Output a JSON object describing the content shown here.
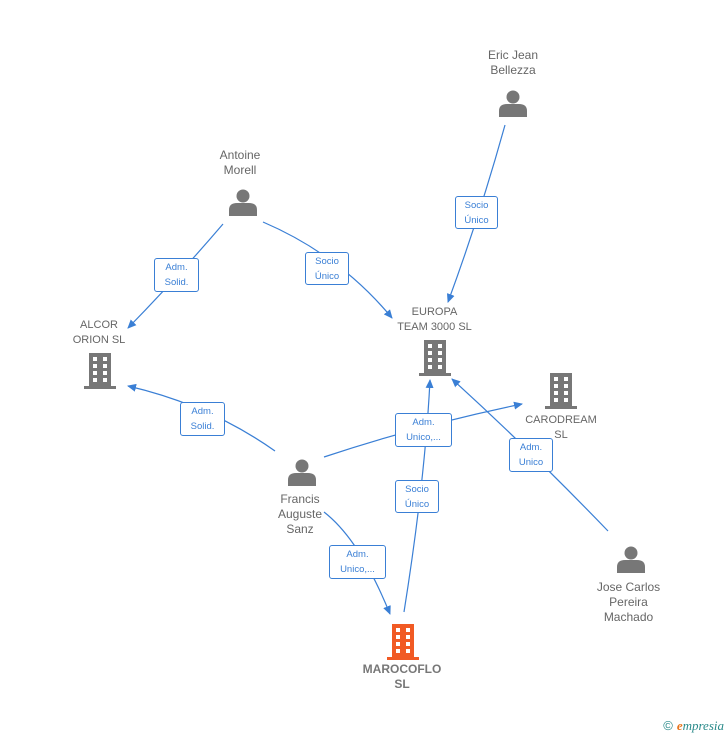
{
  "colors": {
    "edge": "#3a7fd5",
    "person_icon": "#777777",
    "company_icon": "#777777",
    "focus_company_icon": "#f15a24",
    "label_text": "#666666"
  },
  "nodes": {
    "eric": {
      "name": "Eric Jean\nBellezza",
      "type": "person"
    },
    "antoine": {
      "name": "Antoine\nMorell",
      "type": "person"
    },
    "alcor": {
      "name": "ALCOR\nORION  SL",
      "type": "company"
    },
    "europa": {
      "name": "EUROPA\nTEAM 3000  SL",
      "type": "company"
    },
    "carodream": {
      "name": "CARODREAM\nSL",
      "type": "company"
    },
    "francis": {
      "name": "Francis\nAuguste\nSanz",
      "type": "person"
    },
    "jose": {
      "name": "Jose Carlos\nPereira\nMachado",
      "type": "person"
    },
    "marocoflo": {
      "name": "MAROCOFLO\nSL",
      "type": "company-focus"
    }
  },
  "edges": [
    {
      "id": "eric-europa",
      "from": "eric",
      "to": "europa",
      "label": "Socio\nÚnico"
    },
    {
      "id": "antoine-europa",
      "from": "antoine",
      "to": "europa",
      "label": "Socio\nÚnico"
    },
    {
      "id": "antoine-alcor",
      "from": "antoine",
      "to": "alcor",
      "label": "Adm.\nSolid."
    },
    {
      "id": "francis-alcor",
      "from": "francis",
      "to": "alcor",
      "label": "Adm.\nSolid."
    },
    {
      "id": "francis-carodream",
      "from": "francis",
      "to": "carodream",
      "label": "Adm.\nUnico,..."
    },
    {
      "id": "marocoflo-europa",
      "from": "marocoflo",
      "to": "europa",
      "label": "Socio\nÚnico"
    },
    {
      "id": "jose-europa",
      "from": "jose",
      "to": "europa",
      "label": "Adm.\nUnico"
    },
    {
      "id": "francis-marocoflo",
      "from": "francis",
      "to": "marocoflo",
      "label": "Adm.\nUnico,..."
    }
  ],
  "footer": {
    "copyright": "©",
    "brand_initial": "e",
    "brand_rest": "mpresia"
  }
}
